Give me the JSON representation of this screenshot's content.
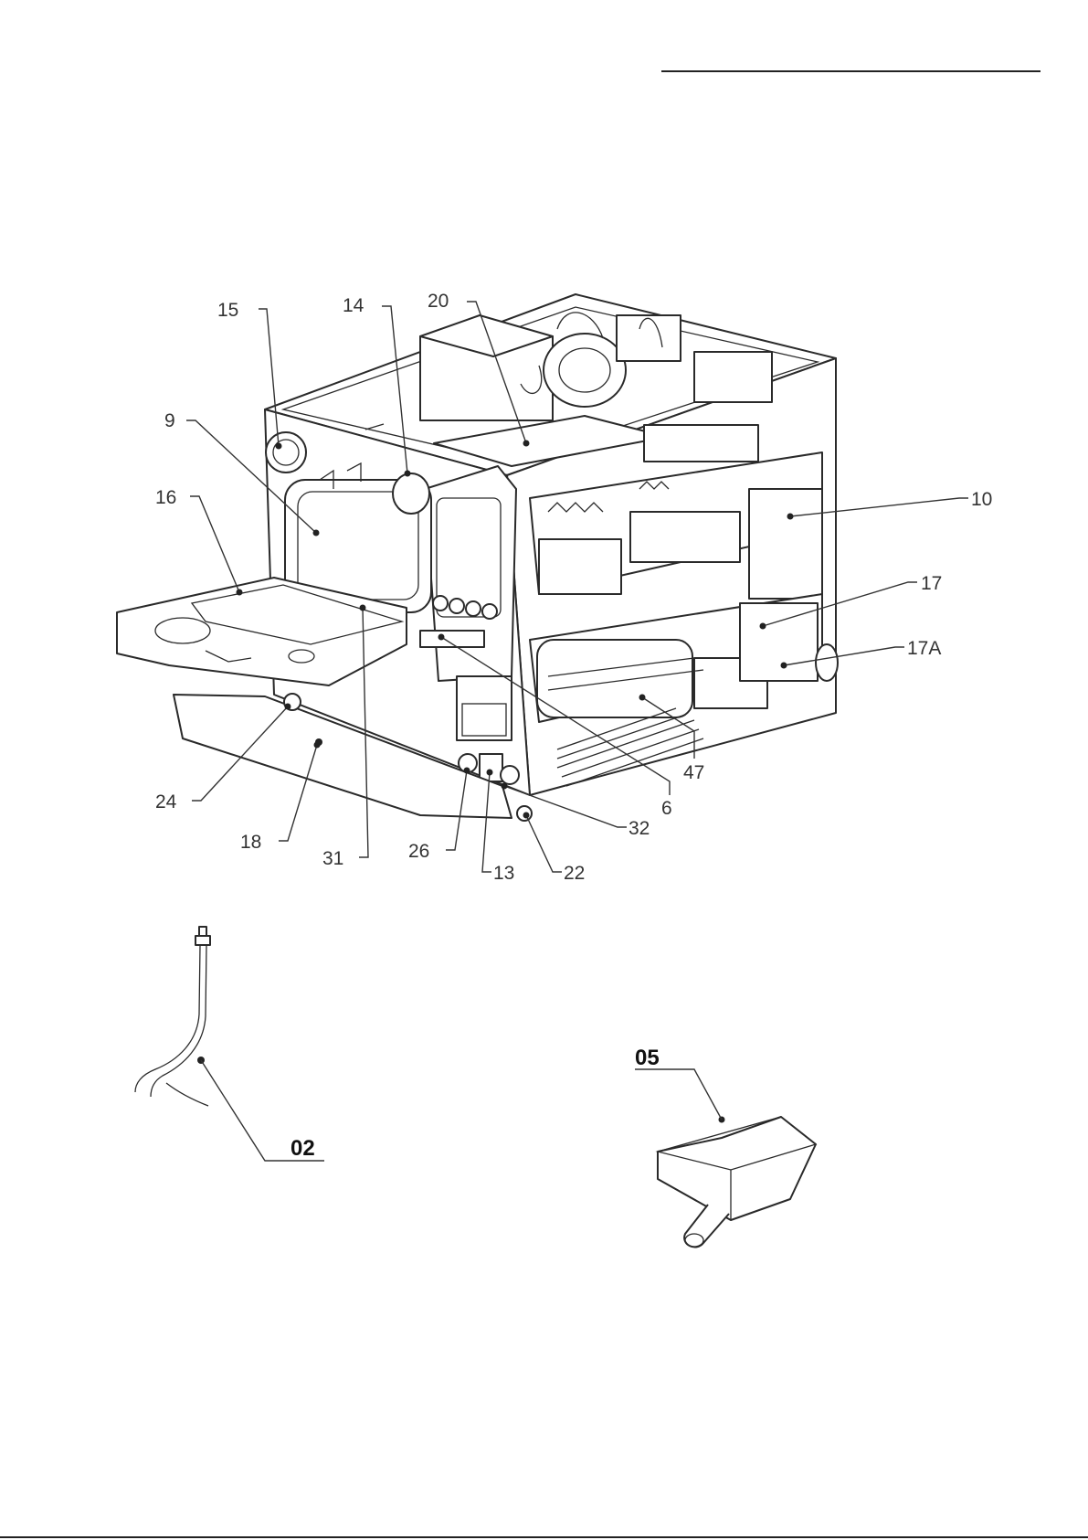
{
  "diagram": {
    "callouts": [
      {
        "id": "15",
        "label": "15"
      },
      {
        "id": "14",
        "label": "14"
      },
      {
        "id": "20",
        "label": "20"
      },
      {
        "id": "9",
        "label": "9"
      },
      {
        "id": "16",
        "label": "16"
      },
      {
        "id": "10",
        "label": "10"
      },
      {
        "id": "17",
        "label": "17"
      },
      {
        "id": "17A",
        "label": "17A"
      },
      {
        "id": "24",
        "label": "24"
      },
      {
        "id": "47",
        "label": "47"
      },
      {
        "id": "6",
        "label": "6"
      },
      {
        "id": "32",
        "label": "32"
      },
      {
        "id": "18",
        "label": "18"
      },
      {
        "id": "31",
        "label": "31"
      },
      {
        "id": "26",
        "label": "26"
      },
      {
        "id": "13",
        "label": "13"
      },
      {
        "id": "22",
        "label": "22"
      }
    ],
    "accessories": [
      {
        "id": "02",
        "label": "02"
      },
      {
        "id": "05",
        "label": "05"
      }
    ]
  }
}
